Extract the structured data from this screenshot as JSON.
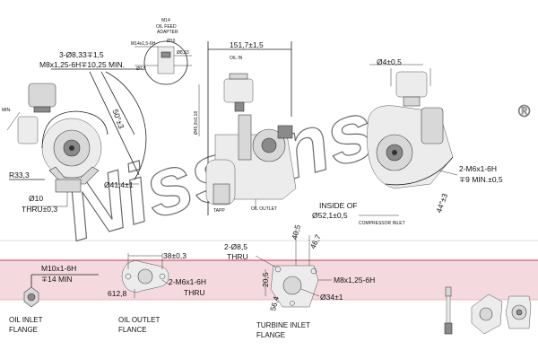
{
  "watermark": {
    "brand": "Nissens",
    "registered_mark": "®"
  },
  "colors": {
    "band": "#f4d9de",
    "band_line": "#c73a4e",
    "line": "#222222"
  },
  "left_view": {
    "thread_top": "3-Ø8,33∓1,5",
    "thread_top2": "M8x1,25-6H∓10,25 MIN.",
    "angle": "50°±3",
    "radius": "R33,3",
    "dia_outlet": "Ø41,4±1",
    "hole": "Ø10",
    "thru": "THRU±0,3",
    "small_note": "MIN."
  },
  "oil_feed_adapter": {
    "title1": "M14",
    "title2": "OIL FEED",
    "title3": "ADAPTER",
    "d1": "Ø10",
    "d2": "M14x1,5-6H",
    "d3": "Ø8,33",
    "d4": "Ø7,5"
  },
  "center_view": {
    "width": "151,7±1,5",
    "dia_vertical": "Ø45,9±0,18",
    "oil_in": "OIL IN",
    "oil_out": "OIL OUTLET",
    "note": "TAPP"
  },
  "right_view": {
    "dia_top": "Ø4±0,5",
    "thread": "2-M6x1-6H",
    "thread_depth": "∓9 MIN.±0,5",
    "inside_of": "INSIDE OF",
    "inside_dia": "Ø52,1±0,5",
    "angle": "44°±3",
    "note": "COMPRESSOR INLET"
  },
  "oil_inlet": {
    "thread": "M10x1-6H",
    "depth": "∓14 MIN",
    "caption1": "OIL INLET",
    "caption2": "FLANGE"
  },
  "oil_outlet": {
    "spacing": "38±0,3",
    "dia": "612,8",
    "thread": "2-M6x1-6H",
    "thru": "THRU",
    "caption1": "OIL OUTLET",
    "caption2": "FLANCE"
  },
  "turbine_inlet": {
    "holes": "2-Ø8,5",
    "thru": "THRU",
    "d1": "40,5",
    "d2": "46,7",
    "d3": "20,5",
    "d4": "56,4",
    "thread": "M8x1,25-6H",
    "dia": "Ø34±1",
    "caption1": "TURBINE INLET",
    "caption2": "FLANGE"
  }
}
